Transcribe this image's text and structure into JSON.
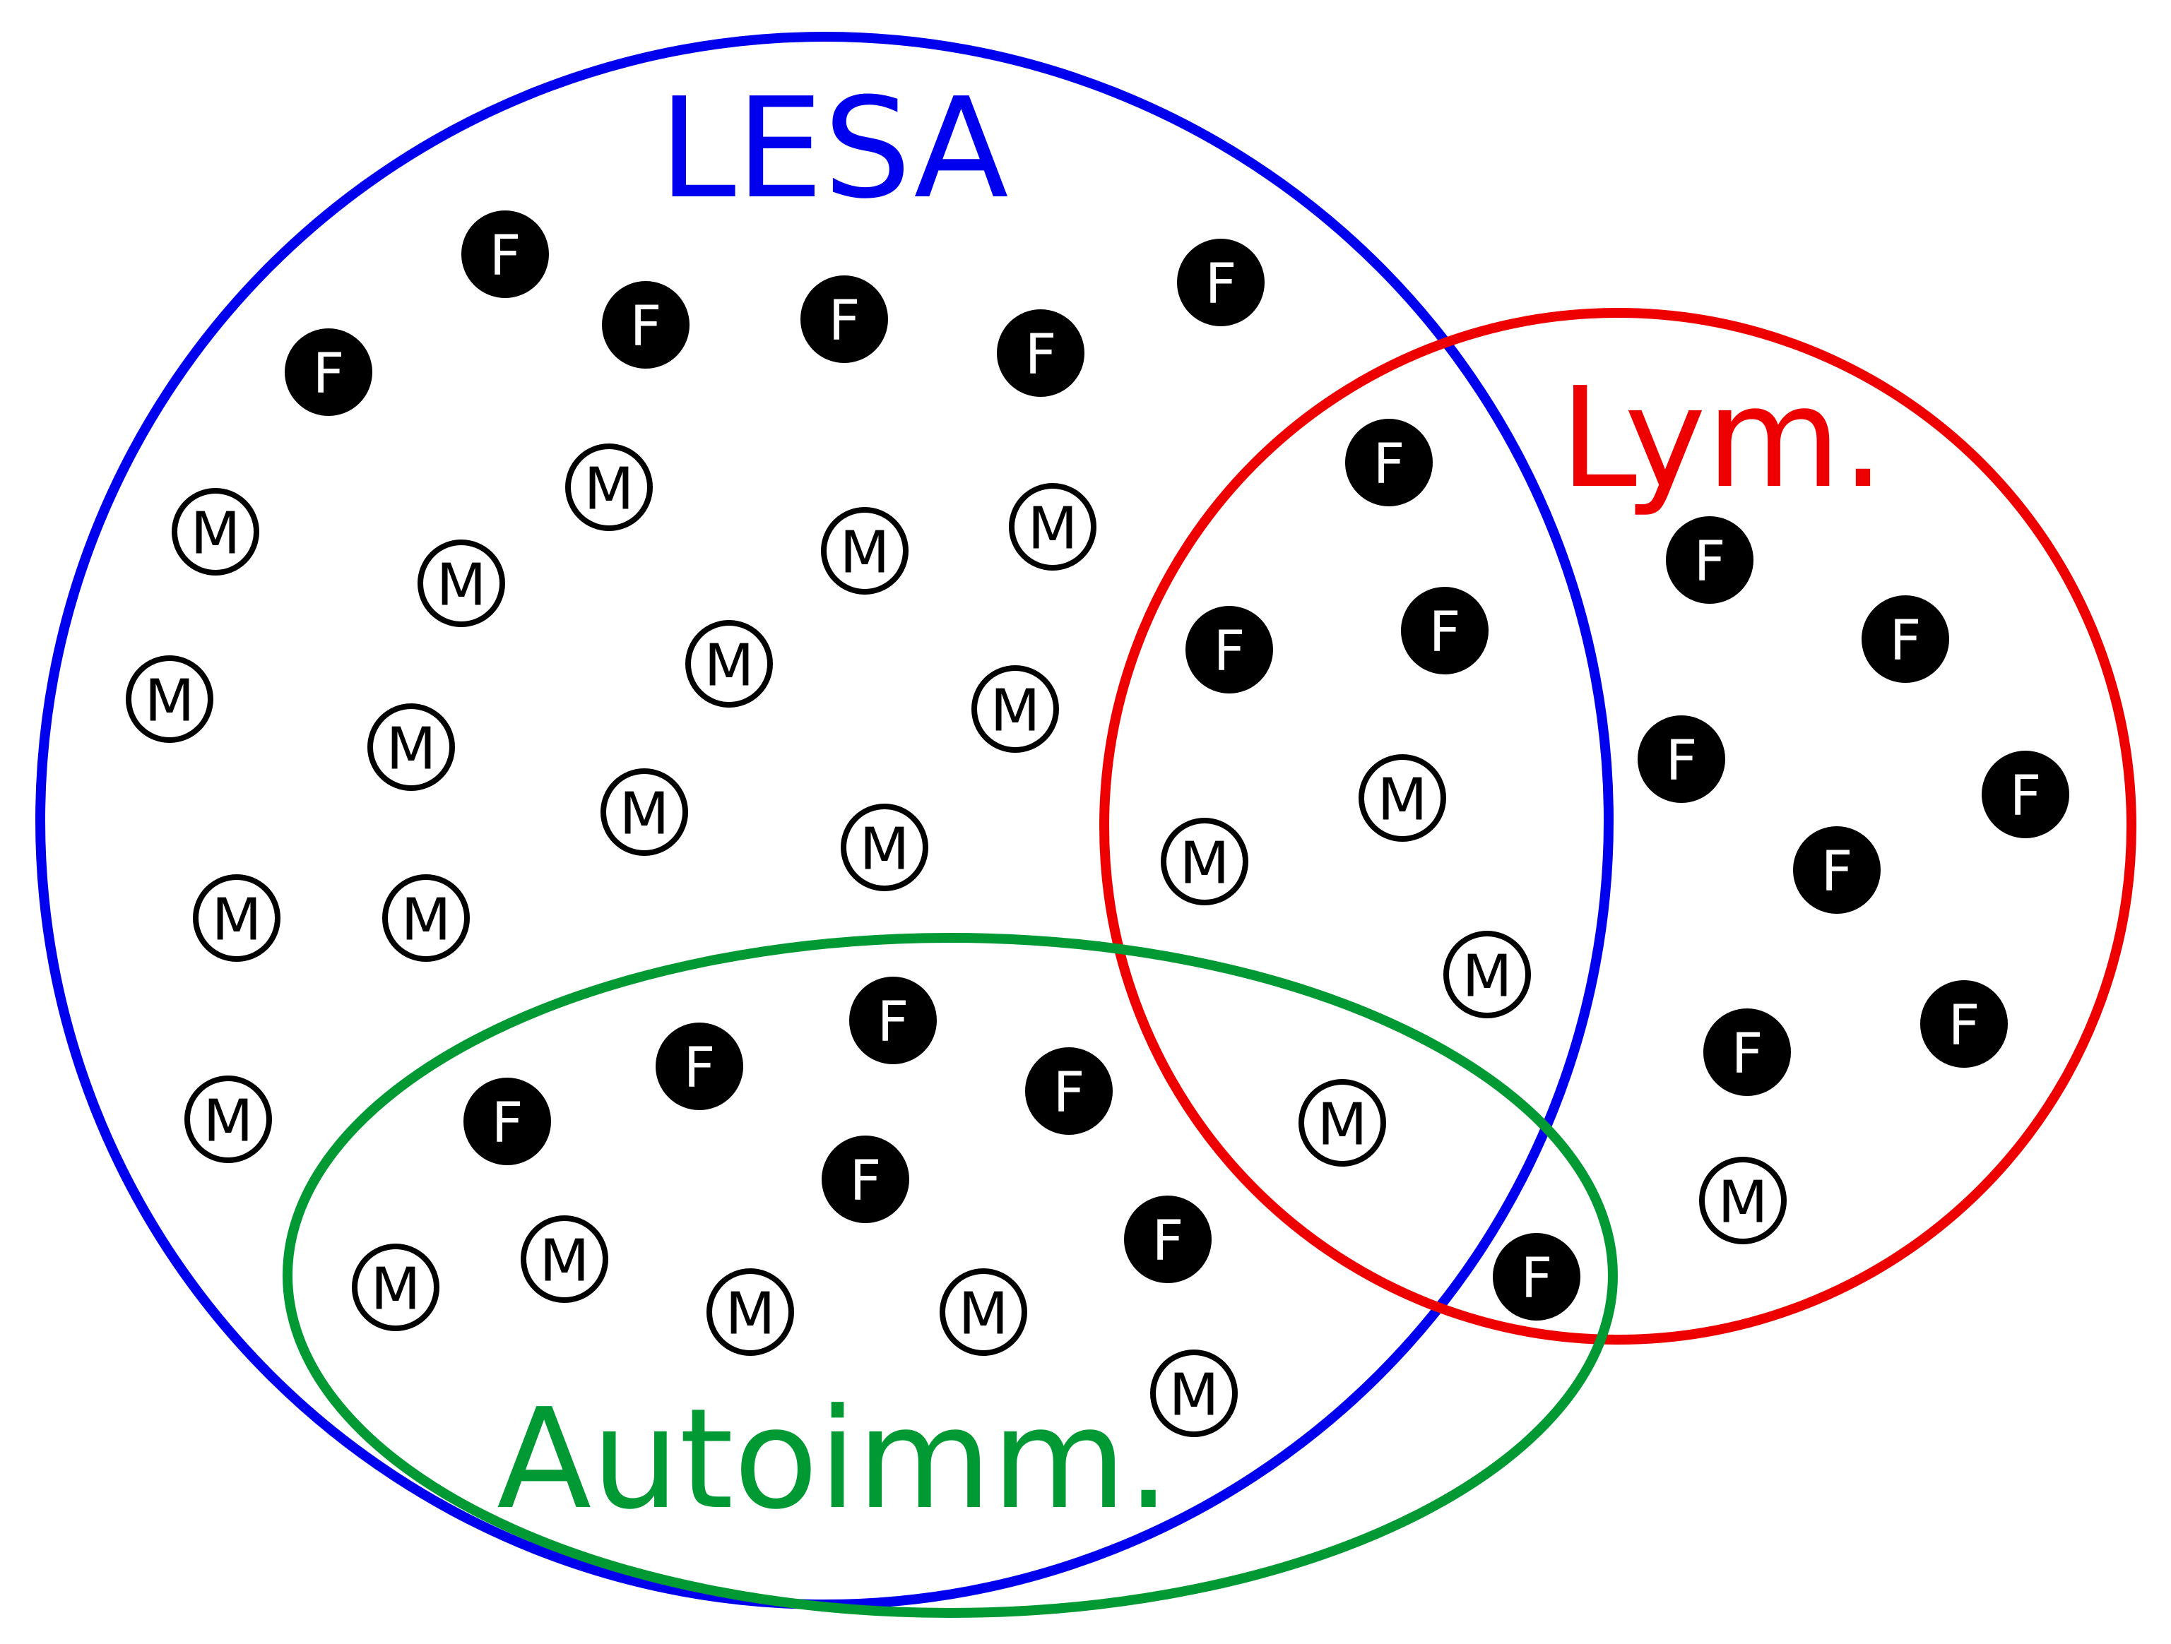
{
  "sets": [
    {
      "id": "lesa",
      "label": "LESA",
      "color": "#0000ee"
    },
    {
      "id": "lym",
      "label": "Lym.",
      "color": "#ee0000"
    },
    {
      "id": "autoimm",
      "label": "Autoimm.",
      "color": "#009933"
    }
  ],
  "marker_styles": {
    "F": {
      "letter": "F",
      "fill": "#000000",
      "text": "#ffffff",
      "stroke": "#000000"
    },
    "M": {
      "letter": "M",
      "fill": "#ffffff",
      "text": "#000000",
      "stroke": "#000000"
    }
  },
  "markers": {
    "lesa_only": [
      "F",
      "F",
      "F",
      "F",
      "F",
      "F",
      "M",
      "M",
      "M",
      "M",
      "M",
      "M",
      "M",
      "M",
      "M",
      "M",
      "M",
      "M",
      "M",
      "M",
      "M"
    ],
    "lesa_lym": [
      "F",
      "F",
      "F",
      "M",
      "M",
      "M"
    ],
    "lym_only": [
      "F",
      "F",
      "F",
      "F",
      "F",
      "F",
      "F",
      "M"
    ],
    "lesa_autoimm": [
      "F",
      "F",
      "F",
      "F",
      "F",
      "F",
      "M",
      "M",
      "M",
      "M"
    ],
    "lesa_lym_autoimm": [
      "M"
    ],
    "lym_autoimm": [
      "F"
    ]
  }
}
